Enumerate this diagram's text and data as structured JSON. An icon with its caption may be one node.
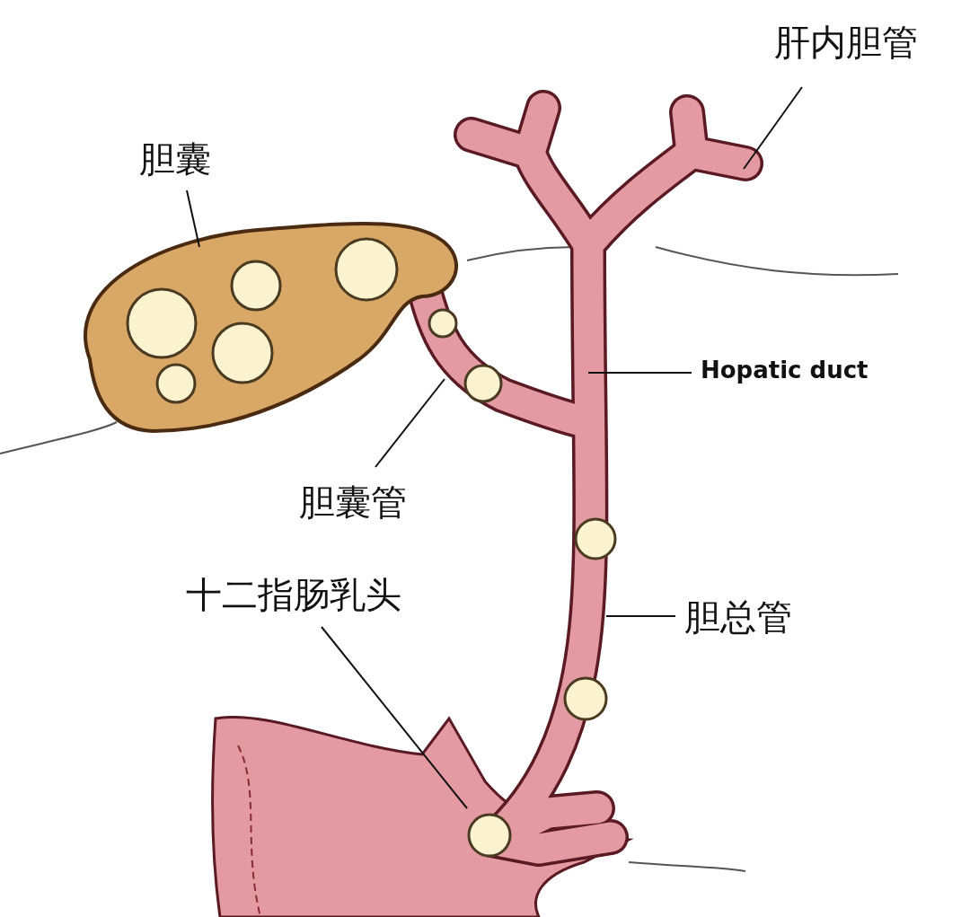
{
  "diagram": {
    "nodes": [
      {
        "text": [
          "肝内胆管"
        ]
      },
      {
        "text": [
          "胆囊"
        ]
      },
      {
        "text": [
          "Hopatic duct"
        ]
      },
      {
        "text": [
          "胆囊管"
        ]
      },
      {
        "text": [
          "十二指肠乳头"
        ]
      },
      {
        "text": [
          "胆总管"
        ]
      }
    ],
    "edges": [
      {
        "from": 0,
        "to": null,
        "arrow": "none"
      },
      {
        "from": 1,
        "to": null,
        "arrow": "none"
      },
      {
        "from": 2,
        "to": null,
        "arrow": "none"
      },
      {
        "from": 3,
        "to": null,
        "arrow": "none"
      },
      {
        "from": 4,
        "to": null,
        "arrow": "none"
      },
      {
        "from": 5,
        "to": null,
        "arrow": "none"
      }
    ]
  }
}
